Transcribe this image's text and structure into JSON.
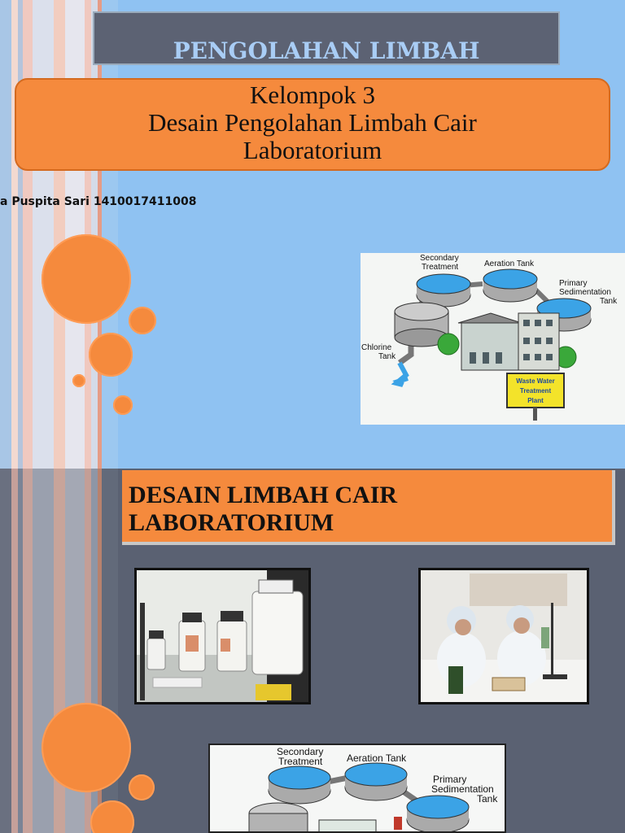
{
  "slide1": {
    "title": "PENGOLAHAN LIMBAH",
    "subtitle_lines": [
      "Kelompok 3",
      "Desain Pengolahan Limbah Cair",
      "Laboratorium"
    ],
    "author": "a Puspita Sari 1410017411008",
    "diagram": {
      "labels": {
        "secondary": [
          "Secondary",
          "Treatment"
        ],
        "aeration": "Aeration Tank",
        "primary": [
          "Primary",
          "Sedimentation",
          "Tank"
        ],
        "chlorine": [
          "Chlorine",
          "Tank"
        ],
        "sign": [
          "Waste Water",
          "Treatment",
          "Plant"
        ]
      }
    }
  },
  "slide2": {
    "title_lines": [
      "DESAIN LIMBAH CAIR",
      "LABORATORIUM"
    ],
    "diagram": {
      "labels": {
        "secondary": [
          "Secondary",
          "Treatment"
        ],
        "aeration": "Aeration Tank",
        "primary": [
          "Primary",
          "Sedimentation",
          "Tank"
        ]
      }
    }
  },
  "colors": {
    "accent": "#f58a3d",
    "slide1_bg": "#8fc2f2",
    "slide2_bg": "#5a6172",
    "title_text": "#a9cdf5"
  }
}
